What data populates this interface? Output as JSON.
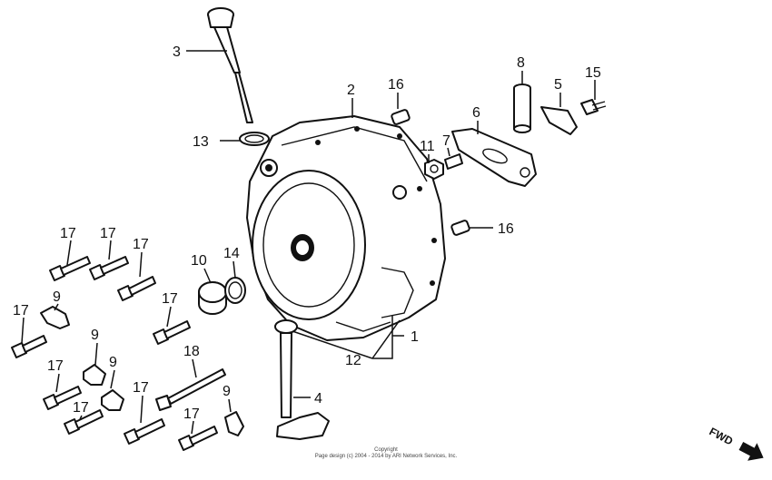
{
  "callouts": [
    {
      "id": "c1",
      "text": "1"
    },
    {
      "id": "c2",
      "text": "2"
    },
    {
      "id": "c3",
      "text": "3"
    },
    {
      "id": "c4",
      "text": "4"
    },
    {
      "id": "c5",
      "text": "5"
    },
    {
      "id": "c6",
      "text": "6"
    },
    {
      "id": "c7",
      "text": "7"
    },
    {
      "id": "c8",
      "text": "8"
    },
    {
      "id": "c9a",
      "text": "9"
    },
    {
      "id": "c9b",
      "text": "9"
    },
    {
      "id": "c9c",
      "text": "9"
    },
    {
      "id": "c9d",
      "text": "9"
    },
    {
      "id": "c10",
      "text": "10"
    },
    {
      "id": "c11",
      "text": "11"
    },
    {
      "id": "c12",
      "text": "12"
    },
    {
      "id": "c13",
      "text": "13"
    },
    {
      "id": "c14",
      "text": "14"
    },
    {
      "id": "c15",
      "text": "15"
    },
    {
      "id": "c16a",
      "text": "16"
    },
    {
      "id": "c16b",
      "text": "16"
    },
    {
      "id": "c17a",
      "text": "17"
    },
    {
      "id": "c17b",
      "text": "17"
    },
    {
      "id": "c17c",
      "text": "17"
    },
    {
      "id": "c17d",
      "text": "17"
    },
    {
      "id": "c17e",
      "text": "17"
    },
    {
      "id": "c17f",
      "text": "17"
    },
    {
      "id": "c17g",
      "text": "17"
    },
    {
      "id": "c17h",
      "text": "17"
    },
    {
      "id": "c17i",
      "text": "17"
    },
    {
      "id": "c18",
      "text": "18"
    }
  ],
  "copyright": {
    "line1": "Copyright",
    "line2": "Page design (c) 2004 - 2014 by ARI Network Services, Inc."
  },
  "direction_arrow": {
    "text": "FWD"
  }
}
